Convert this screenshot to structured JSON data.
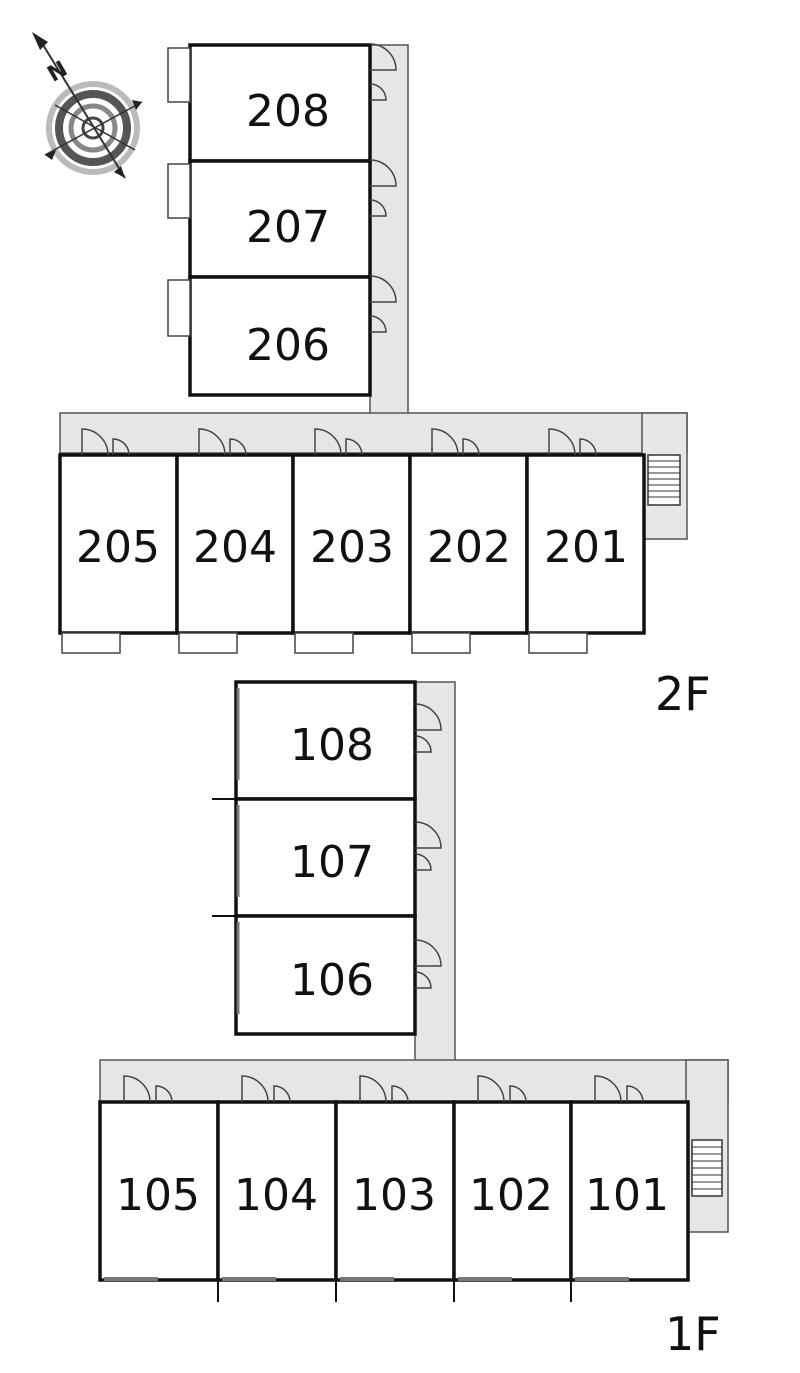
{
  "compass": {
    "north_label": "N",
    "icon": "compass-rose-icon"
  },
  "floors": [
    {
      "id": "2F",
      "label": "2F",
      "upper_wing_units": [
        "208",
        "207",
        "206"
      ],
      "lower_row_units": [
        "205",
        "204",
        "203",
        "202",
        "201"
      ]
    },
    {
      "id": "1F",
      "label": "1F",
      "upper_wing_units": [
        "108",
        "107",
        "106"
      ],
      "lower_row_units": [
        "105",
        "104",
        "103",
        "102",
        "101"
      ]
    }
  ],
  "colors": {
    "corridor_fill": "#e6e6e6",
    "wall_stroke": "#111111",
    "thin_stroke": "#555555"
  }
}
